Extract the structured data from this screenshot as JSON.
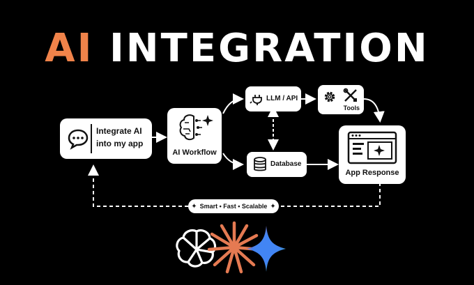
{
  "title": {
    "accent": "AI",
    "main": "INTEGRATION"
  },
  "nodes": {
    "user": {
      "label_line1": "Integrate AI",
      "label_line2": "into my app",
      "icon": "chat-bubble-icon"
    },
    "workflow": {
      "label": "AI Workflow",
      "icon": "brain-sparkle-icon"
    },
    "llm": {
      "label": "LLM / API",
      "icon": "plug-icon"
    },
    "tools": {
      "label": "Tools",
      "icon": "gear-wrench-icon"
    },
    "database": {
      "label": "Database",
      "icon": "database-icon"
    },
    "response": {
      "label": "App Response",
      "icon": "app-window-icon"
    }
  },
  "badge": {
    "label": "Smart • Fast • Scalable"
  },
  "logos": [
    "openai-logo",
    "starburst-logo",
    "gemini-logo"
  ],
  "colors": {
    "accent": "#f0834a",
    "background": "#000000",
    "card": "#ffffff"
  }
}
